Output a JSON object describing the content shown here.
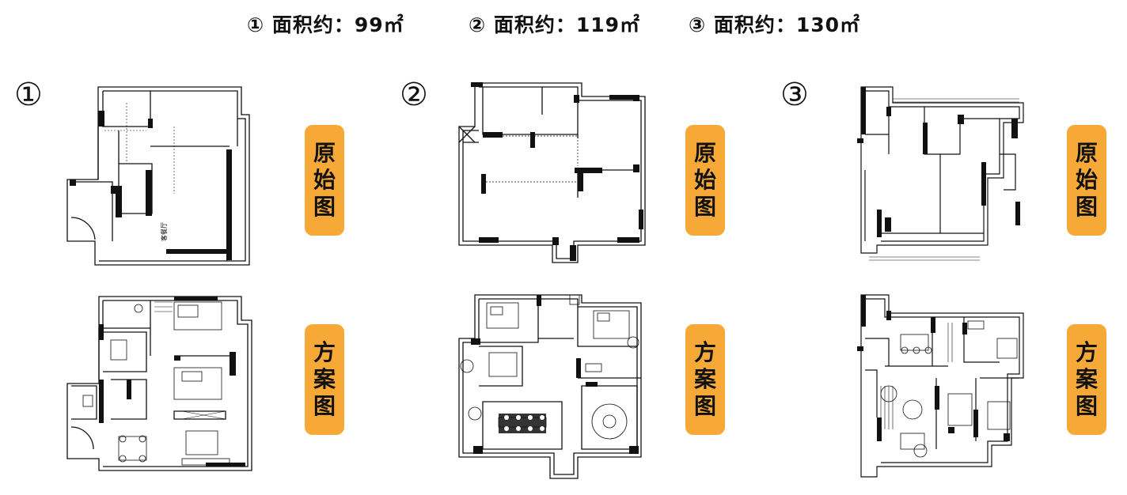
{
  "headers": [
    {
      "label": "① 面积约：99㎡"
    },
    {
      "label": "② 面积约：119㎡"
    },
    {
      "label": "③ 面积约：130㎡"
    }
  ],
  "plans": [
    {
      "marker": "①",
      "original_tag": [
        "原",
        "始",
        "图"
      ],
      "proposal_tag": [
        "方",
        "案",
        "图"
      ],
      "room_label": "客餐厅"
    },
    {
      "marker": "②",
      "original_tag": [
        "原",
        "始",
        "图"
      ],
      "proposal_tag": [
        "方",
        "案",
        "图"
      ]
    },
    {
      "marker": "③",
      "original_tag": [
        "原",
        "始",
        "图"
      ],
      "proposal_tag": [
        "方",
        "案",
        "图"
      ]
    }
  ],
  "colors": {
    "tag_bg": "#f6a937",
    "line": "#111111"
  }
}
